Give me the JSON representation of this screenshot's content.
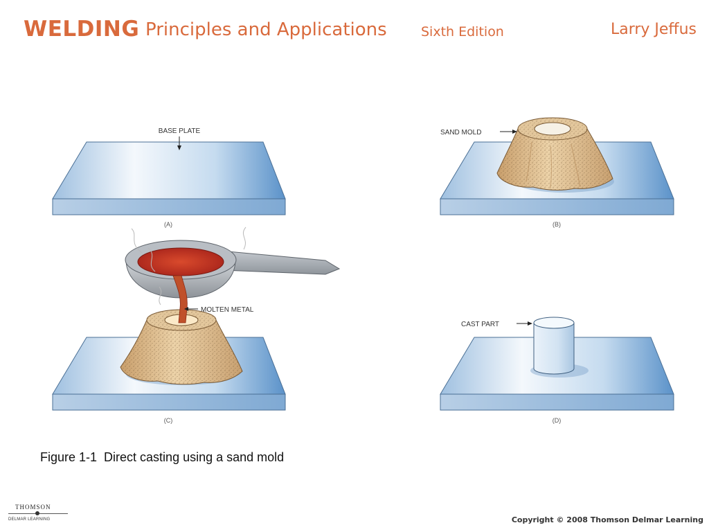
{
  "header": {
    "welding": "WELDING",
    "subtitle": "Principles and Applications",
    "edition": "Sixth Edition",
    "author": "Larry Jeffus"
  },
  "figure": {
    "panels": [
      {
        "id": "A",
        "panel_label": "(A)",
        "callout": "BASE PLATE"
      },
      {
        "id": "B",
        "panel_label": "(B)",
        "callout": "SAND MOLD"
      },
      {
        "id": "C",
        "panel_label": "(C)",
        "callout": "MOLTEN METAL"
      },
      {
        "id": "D",
        "panel_label": "(D)",
        "callout": "CAST PART"
      }
    ],
    "colors": {
      "plate_light": "#f2f7fc",
      "plate_dark": "#5b92c9",
      "sand": "#dcb98b",
      "molten": "#c8361e",
      "ladle": "#a8adb3"
    }
  },
  "caption": "Figure 1-1  Direct casting using a sand mold",
  "footer": {
    "logo_top": "THOMSON",
    "logo_bottom": "DELMAR LEARNING",
    "copyright": "Copyright © 2008 Thomson Delmar Learning"
  }
}
